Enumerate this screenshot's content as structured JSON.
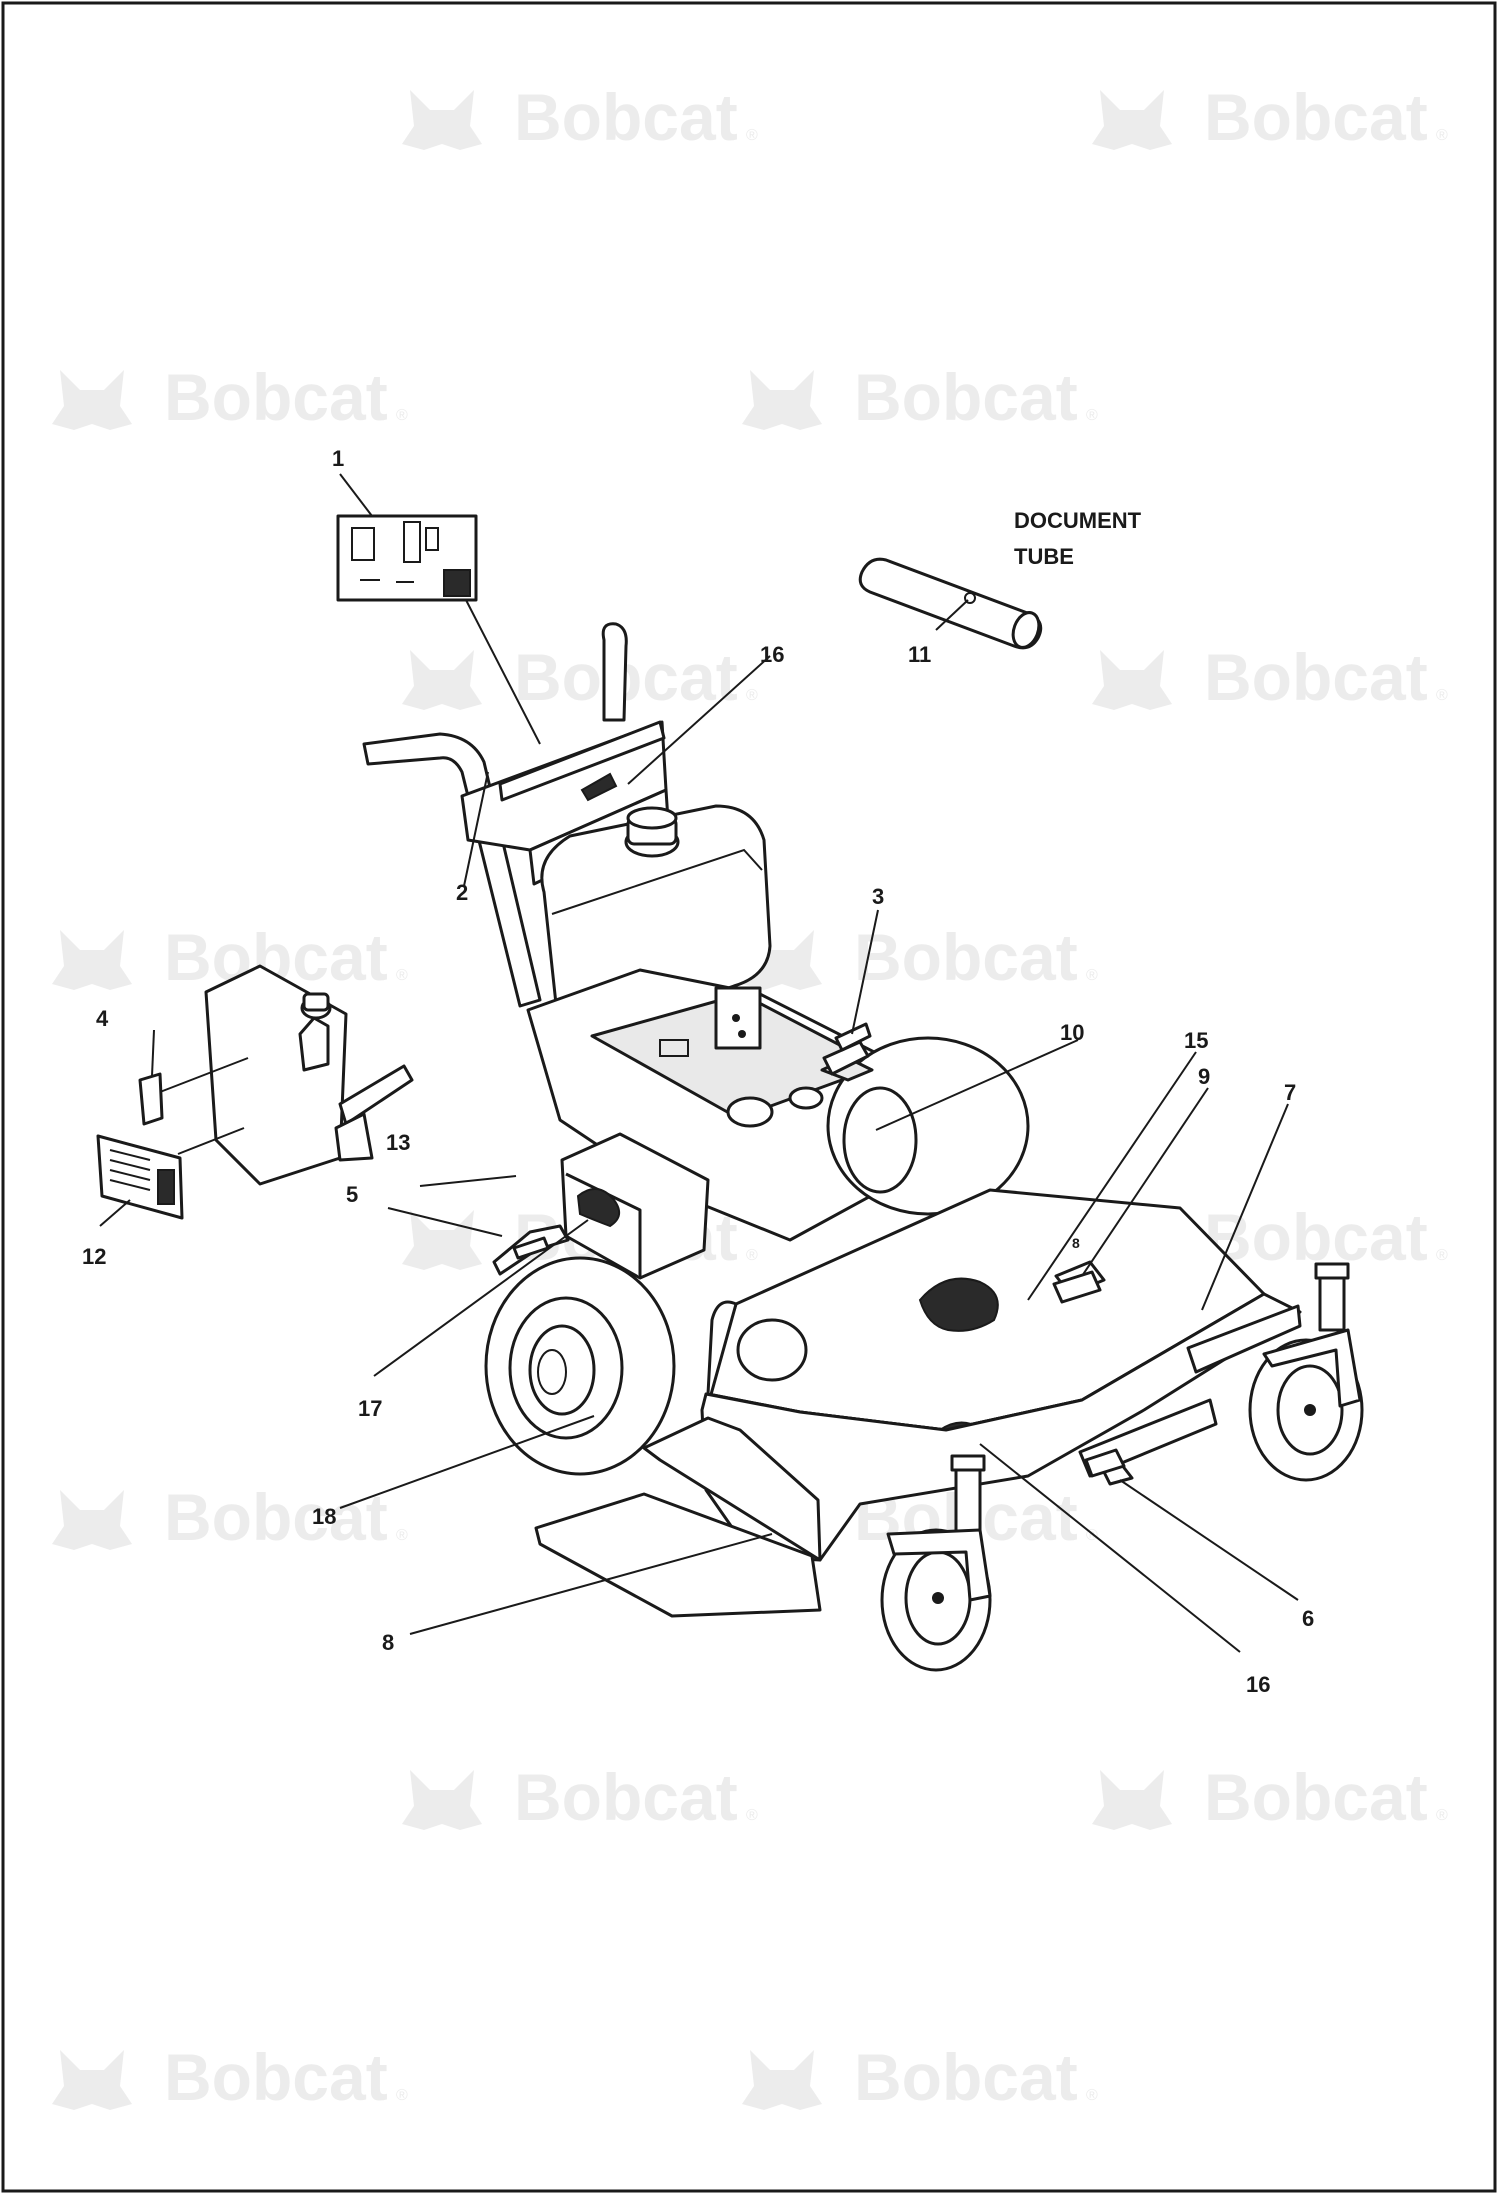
{
  "watermark": {
    "brand": "Bobcat",
    "reg_mark": "®"
  },
  "document_tube_label": {
    "line1": "DOCUMENT",
    "line2": "TUBE"
  },
  "callouts": [
    {
      "id": "c1",
      "label": "1"
    },
    {
      "id": "c2",
      "label": "2"
    },
    {
      "id": "c3",
      "label": "3"
    },
    {
      "id": "c4",
      "label": "4"
    },
    {
      "id": "c5",
      "label": "5"
    },
    {
      "id": "c6",
      "label": "6"
    },
    {
      "id": "c7",
      "label": "7"
    },
    {
      "id": "c8",
      "label": "8"
    },
    {
      "id": "c8b",
      "label": "8"
    },
    {
      "id": "c9",
      "label": "9"
    },
    {
      "id": "c10",
      "label": "10"
    },
    {
      "id": "c11",
      "label": "11"
    },
    {
      "id": "c12",
      "label": "12"
    },
    {
      "id": "c13",
      "label": "13"
    },
    {
      "id": "c15",
      "label": "15"
    },
    {
      "id": "c16a",
      "label": "16"
    },
    {
      "id": "c16b",
      "label": "16"
    },
    {
      "id": "c17",
      "label": "17"
    },
    {
      "id": "c18",
      "label": "18"
    }
  ]
}
